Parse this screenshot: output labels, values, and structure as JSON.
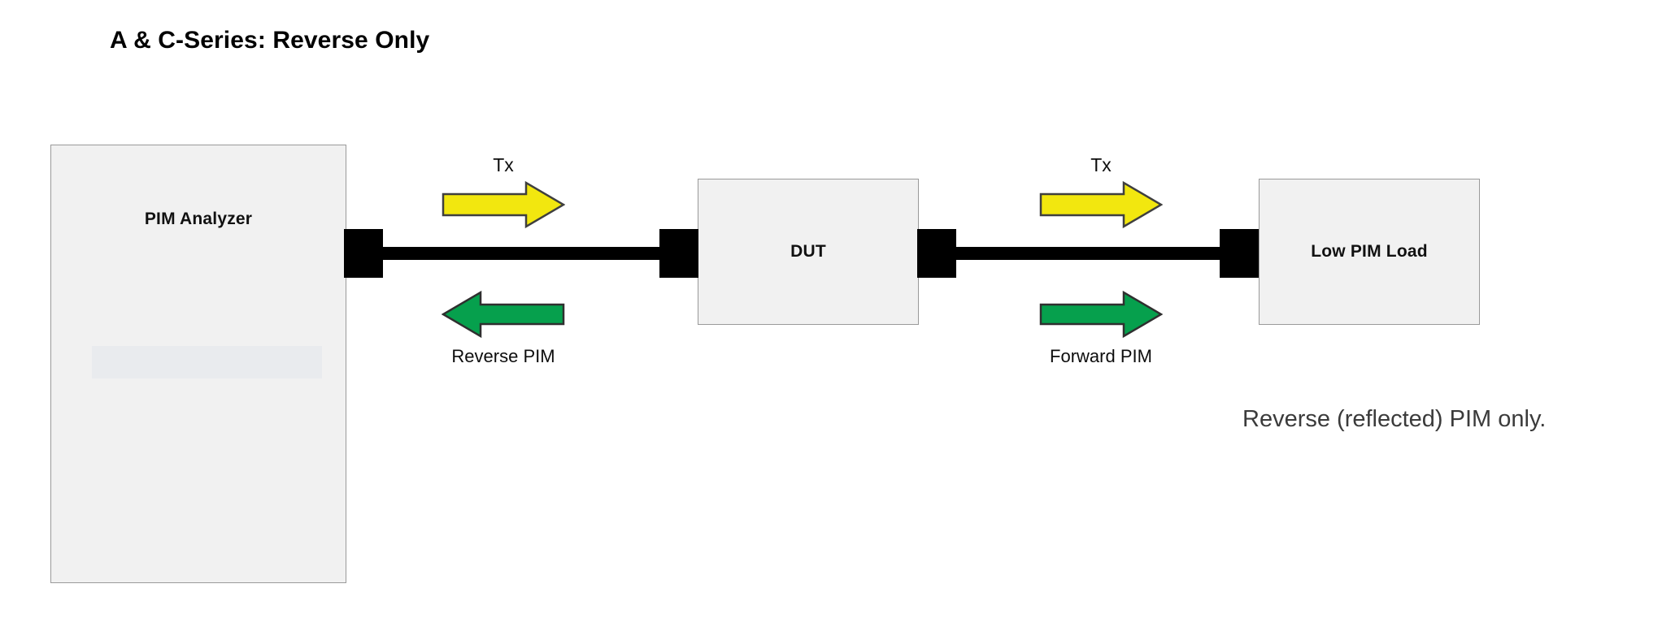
{
  "diagram": {
    "title": "A & C-Series: Reverse Only",
    "note": "Reverse (reflected) PIM only."
  },
  "blocks": [
    {
      "id": "analyzer",
      "label": "PIM Analyzer"
    },
    {
      "id": "dut",
      "label": "DUT"
    },
    {
      "id": "load",
      "label": "Low PIM Load"
    }
  ],
  "signals": {
    "tx_left": "Tx",
    "tx_right": "Tx",
    "reverse_pim": "Reverse PIM",
    "forward_pim": "Forward PIM"
  },
  "colors": {
    "tx_arrow": "#f2e70f",
    "pim_arrow": "#06a04d",
    "arrow_outline": "#3f3f3f",
    "box_fill": "#f1f1f1",
    "box_border": "#9a9a9a",
    "cable": "#000000",
    "title_text": "#000000",
    "note_text": "#3b3b3b"
  }
}
